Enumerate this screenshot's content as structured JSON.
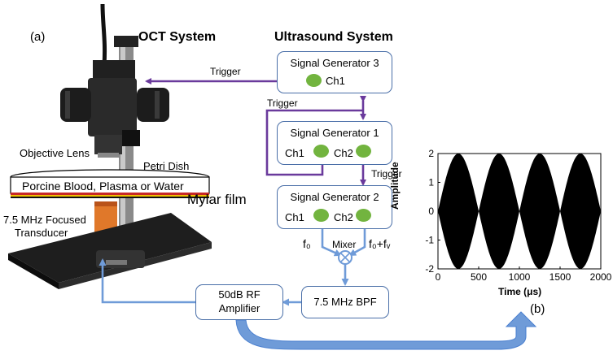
{
  "panel_a": "(a)",
  "panel_b": "(b)",
  "oct_title": "OCT System",
  "us_title": "Ultrasound System",
  "gen3": {
    "title": "Signal Generator 3",
    "ch": "Ch1"
  },
  "gen1": {
    "title": "Signal Generator 1",
    "ch1": "Ch1",
    "ch2": "Ch2"
  },
  "gen2": {
    "title": "Signal Generator 2",
    "ch1": "Ch1",
    "ch2": "Ch2"
  },
  "trigger1": "Trigger",
  "trigger2": "Trigger",
  "trigger3": "Trigger",
  "mixer": "Mixer",
  "f0": "f₀",
  "f0fv": "f₀+fᵥ",
  "bpf": "7.5 MHz BPF",
  "amp_line1": "50dB RF",
  "amp_line2": "Amplifier",
  "objective_lens": "Objective Lens",
  "petri_dish": "Petri Dish",
  "sample": "Porcine Blood, Plasma or Water",
  "mylar": "Mylar film",
  "transducer_line1": "7.5 MHz Focused",
  "transducer_line2": "Transducer",
  "colors": {
    "trigger": "#6a3a9c",
    "signal": "#6f9bd8",
    "box_border": "#4a6fa8",
    "channel_dot": "#72b43f"
  },
  "chart_data": {
    "type": "line",
    "title": "",
    "xlabel": "Time (μs)",
    "ylabel": "Amplitude",
    "xlim": [
      0,
      2000
    ],
    "ylim": [
      -2,
      2
    ],
    "xticks": [
      0,
      500,
      1000,
      1500,
      2000
    ],
    "yticks": [
      2,
      1,
      0,
      -1,
      -2
    ],
    "series": [
      {
        "envelope_peaks_x": [
          250,
          750,
          1250,
          1750
        ],
        "envelope_nodes_x": [
          0,
          500,
          1000,
          1500,
          2000
        ],
        "peak_amplitude": 2
      }
    ]
  }
}
